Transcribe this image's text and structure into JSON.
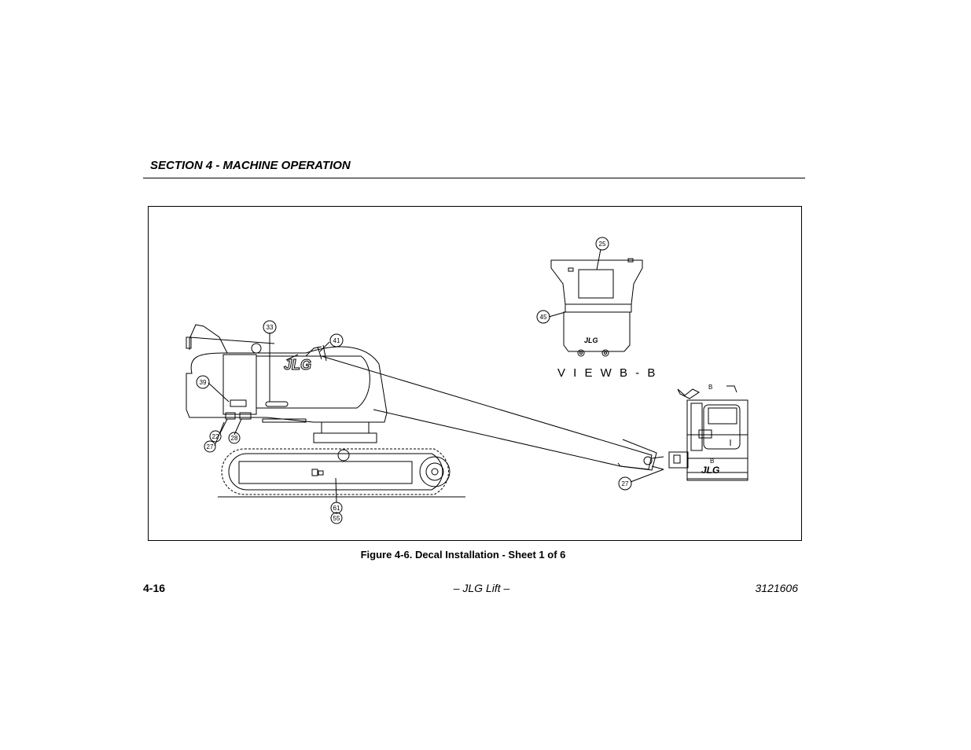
{
  "header": {
    "section_title": "SECTION 4 - MACHINE OPERATION"
  },
  "figure": {
    "caption": "Figure 4-6. Decal Installation - Sheet 1 of 6",
    "view_label": "V I E W   B - B",
    "section_marker": "B",
    "brand_mark": "JLG",
    "callouts": [
      "25",
      "45",
      "33",
      "41",
      "39",
      "22",
      "28",
      "27",
      "61",
      "55",
      "27"
    ]
  },
  "footer": {
    "page_number": "4-16",
    "center_text": "– JLG Lift –",
    "document_number": "3121606"
  }
}
